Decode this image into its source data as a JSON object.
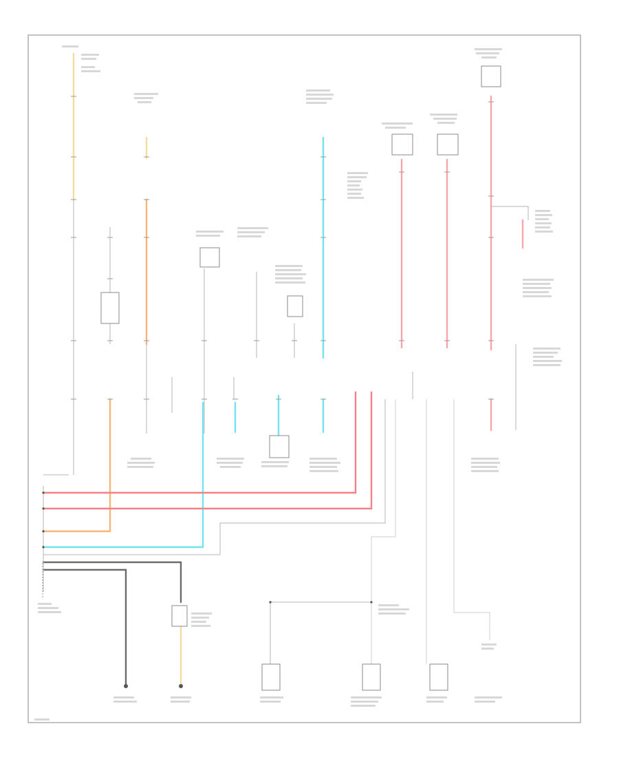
{
  "colors": {
    "yellow": "#f6dc9c",
    "orange": "#f8b47a",
    "cyan": "#72e3ec",
    "red": "#f57f86",
    "pink": "#f7a5ab",
    "dark": "#6b6b6b",
    "gray_wire": "#c8c8c8",
    "frame": "#9a9a9a"
  },
  "icons": [
    "ground-symbol",
    "connector-block",
    "splice-dot"
  ]
}
